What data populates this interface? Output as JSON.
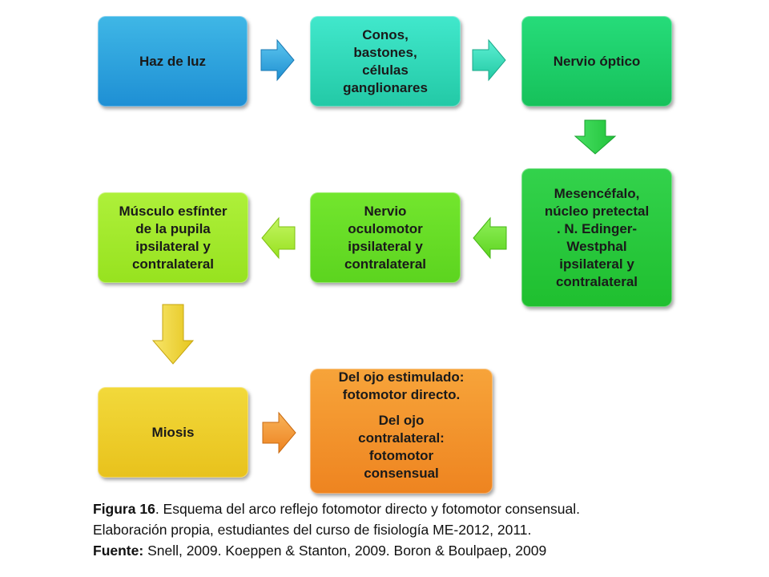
{
  "nodes": {
    "haz_de_luz": "Haz de luz",
    "conos": [
      "Conos,",
      "bastones,",
      "células",
      "ganglionares"
    ],
    "nervio_optico": "Nervio óptico",
    "mesencefalo": [
      "Mesencéfalo,",
      "núcleo pretectal",
      ". N. Edinger-",
      "Westphal",
      "ipsilateral y",
      "contralateral"
    ],
    "nervio_oculomotor": [
      "Nervio",
      "oculomotor",
      "ipsilateral y",
      "contralateral"
    ],
    "musculo": [
      "Músculo esfínter",
      "de la pupila",
      "ipsilateral y",
      "contralateral"
    ],
    "miosis": "Miosis",
    "resultado_1": [
      "Del ojo estimulado:",
      "fotomotor directo."
    ],
    "resultado_2": [
      "Del ojo",
      "contralateral:",
      "fotomotor",
      "consensual"
    ]
  },
  "colors": {
    "blue": "#1e8fd4",
    "aqua": "#23c9a6",
    "green": "#16c15a",
    "green2": "#1fbf2f",
    "light_green": "#5cd41f",
    "yellow_green": "#97e21f",
    "yellow": "#e8c21c",
    "orange": "#ee8420"
  },
  "caption": {
    "line1_label": "Figura 16",
    "line1_text": ". Esquema del arco reflejo fotomotor directo y fotomotor consensual.",
    "line2_text": "Elaboración propia, estudiantes del curso de fisiología ME-2012, 2011.",
    "line3_label": "Fuente:",
    "line3_text": " Snell, 2009. Koeppen & Stanton, 2009. Boron & Boulpaep, 2009"
  }
}
